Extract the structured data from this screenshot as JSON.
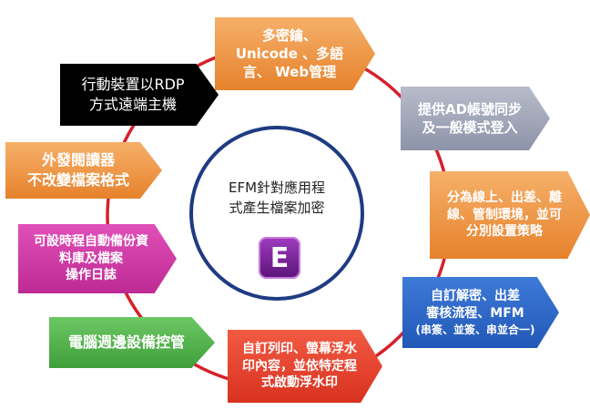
{
  "center": {
    "line1": "EFM針對應用程",
    "line2": "式產生檔案加密",
    "logo_glyph": "E",
    "ring_color": "#1f3b82",
    "logo_color": "#7b2a9e"
  },
  "cycle_color": "#d6202a",
  "features": [
    {
      "id": "orange-top",
      "color": "#ef9a43",
      "lines": [
        "多密鑰、",
        "Unicode 、多語",
        "言、 Web管理"
      ]
    },
    {
      "id": "black",
      "color": "#000000",
      "lines": [
        "行動裝置以RDP",
        "方式遠端主機"
      ]
    },
    {
      "id": "gray",
      "color": "#9da2b4",
      "lines": [
        "提供AD帳號同步",
        "及一般模式登入"
      ]
    },
    {
      "id": "orange-left",
      "color": "#ef9a43",
      "lines": [
        "外發閱讀器",
        "不改變檔案格式"
      ]
    },
    {
      "id": "orange-right",
      "color": "#ef9a43",
      "lines": [
        "分為線上、出差、離",
        "線、管制環境，並可",
        "分別設置策略"
      ]
    },
    {
      "id": "magenta",
      "color": "#d13ba8",
      "lines": [
        "可設時程自動備份資",
        "料庫及檔案",
        "操作日誌"
      ]
    },
    {
      "id": "blue",
      "color": "#2f68c8",
      "lines": [
        "自訂解密、出差",
        "審核流程、MFM",
        "(串簽、並簽、串並合一)"
      ]
    },
    {
      "id": "green",
      "color": "#55b54e",
      "lines": [
        "電腦週邊設備控管"
      ]
    },
    {
      "id": "red",
      "color": "#e8432f",
      "lines": [
        "自訂列印、螢幕浮水",
        "印內容，並依特定程",
        "式啟動浮水印"
      ]
    }
  ]
}
